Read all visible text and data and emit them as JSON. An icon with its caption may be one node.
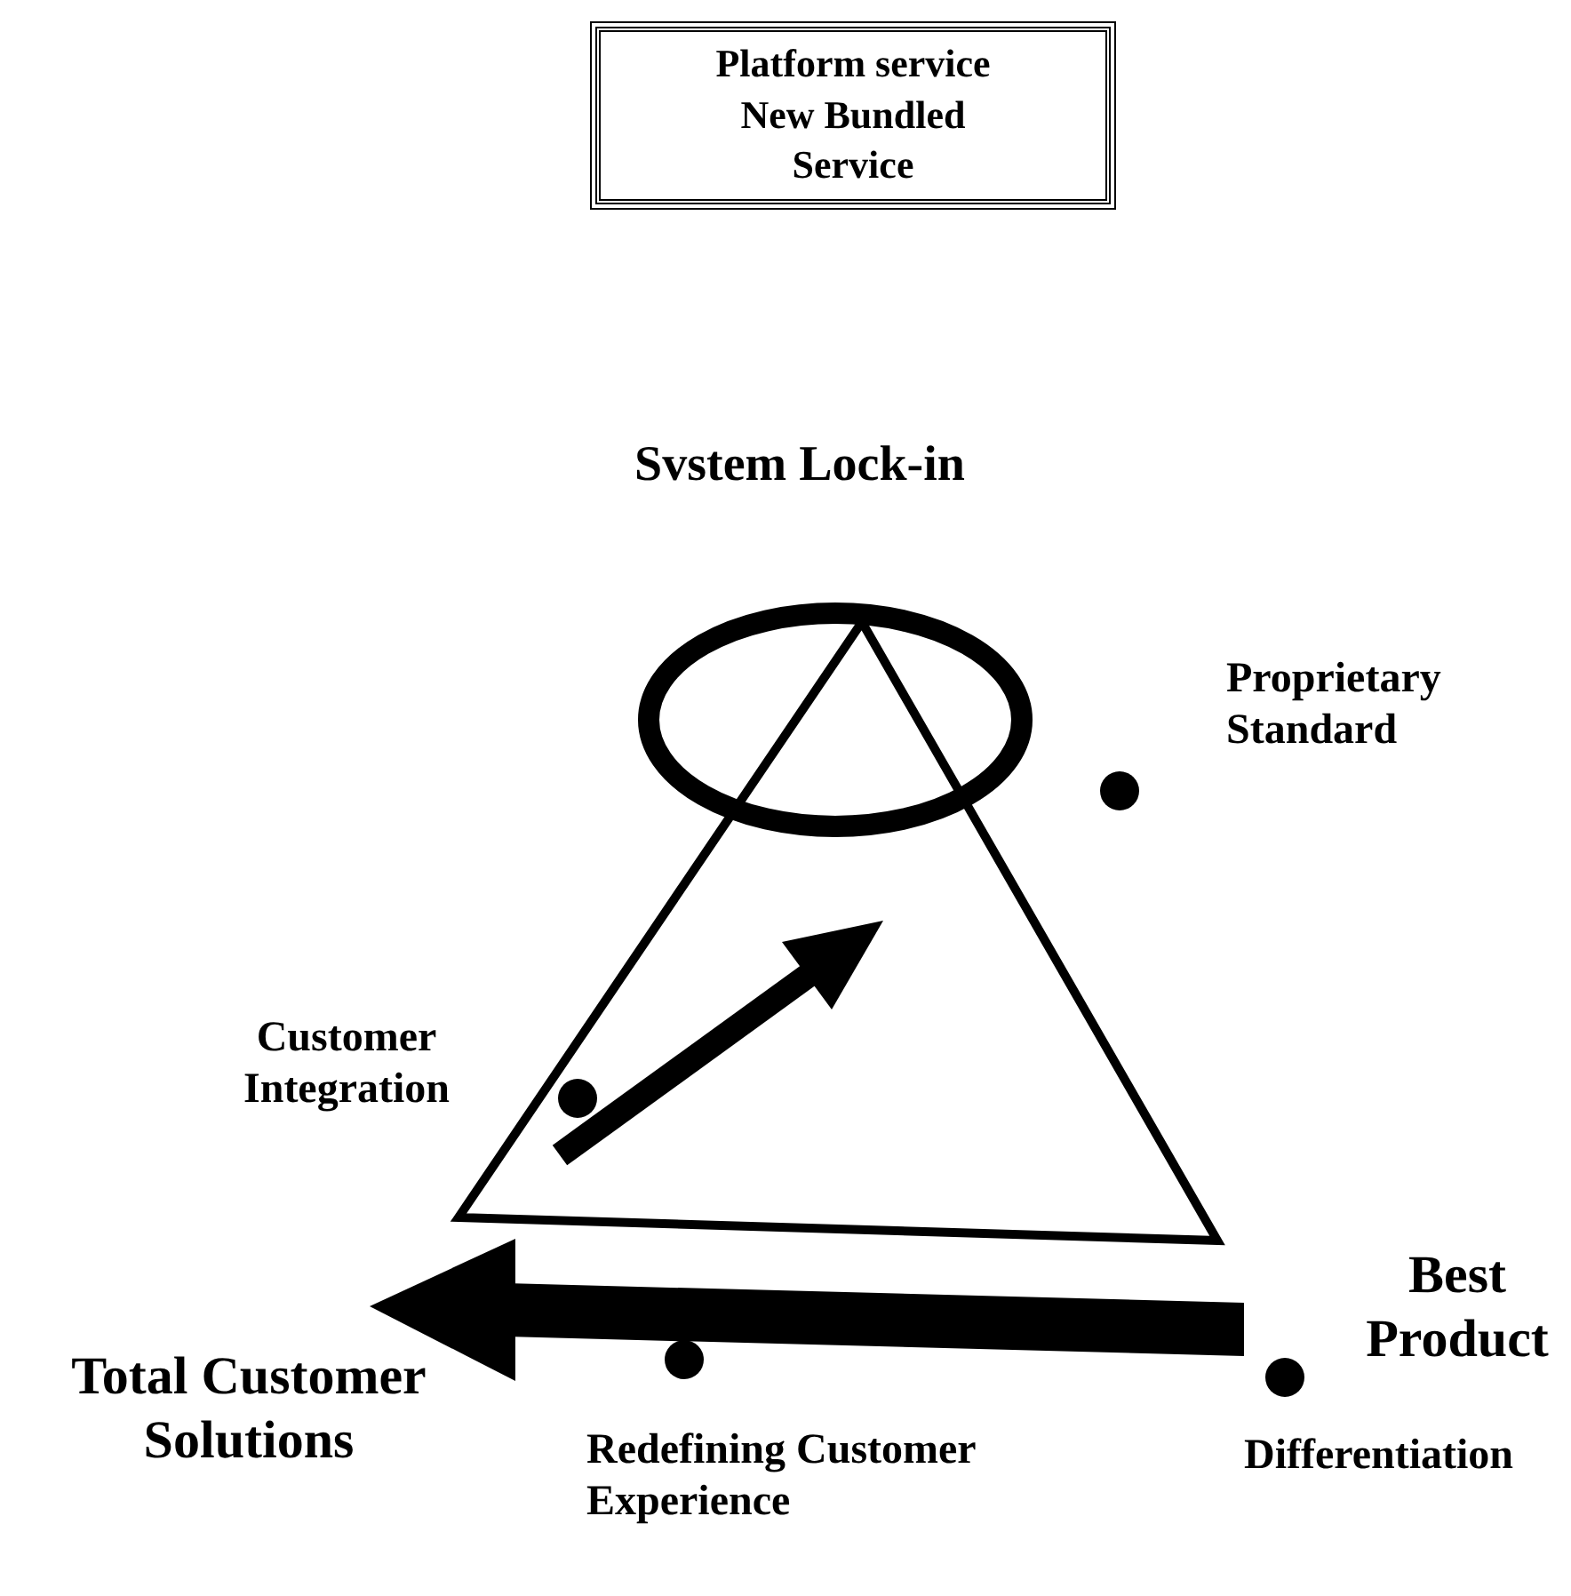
{
  "diagram": {
    "nodes": [
      {
        "text": [
          "Platform service New Bundled Service"
        ]
      }
    ],
    "labels": [
      "Svstem Lock-in",
      "Proprietary Standard",
      "Customer Integration",
      "Best Product",
      "Total Customer Solutions",
      "Redefining Customer Experience",
      "Differentiation"
    ]
  }
}
